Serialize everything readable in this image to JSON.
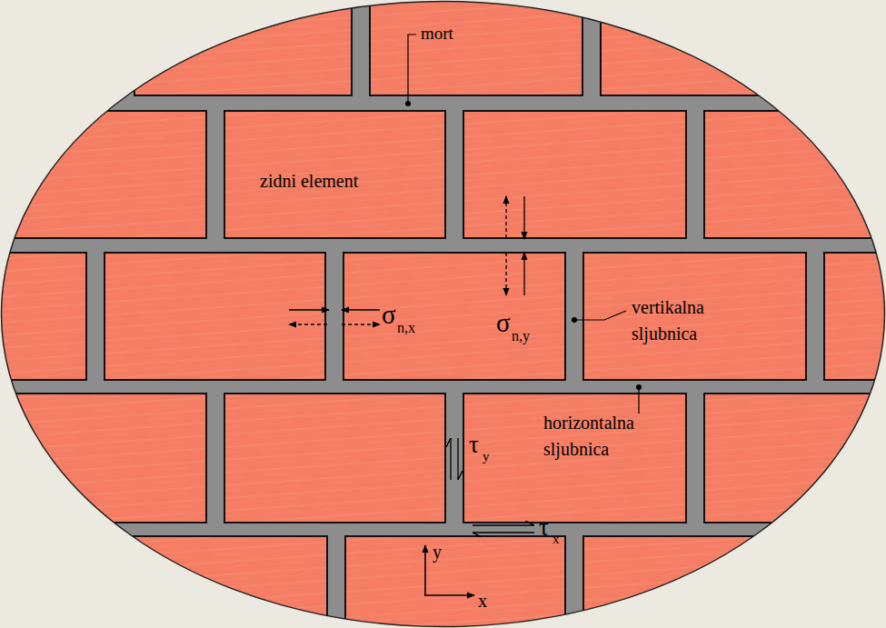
{
  "diagram": {
    "labels": [
      "mort",
      "zidni element",
      "σ",
      "n,x",
      "σ",
      "n,y",
      "vertikalna sljubnica",
      "horizontalna sljubnica",
      "τ",
      "y",
      "τ",
      "x",
      "y",
      "x"
    ]
  }
}
